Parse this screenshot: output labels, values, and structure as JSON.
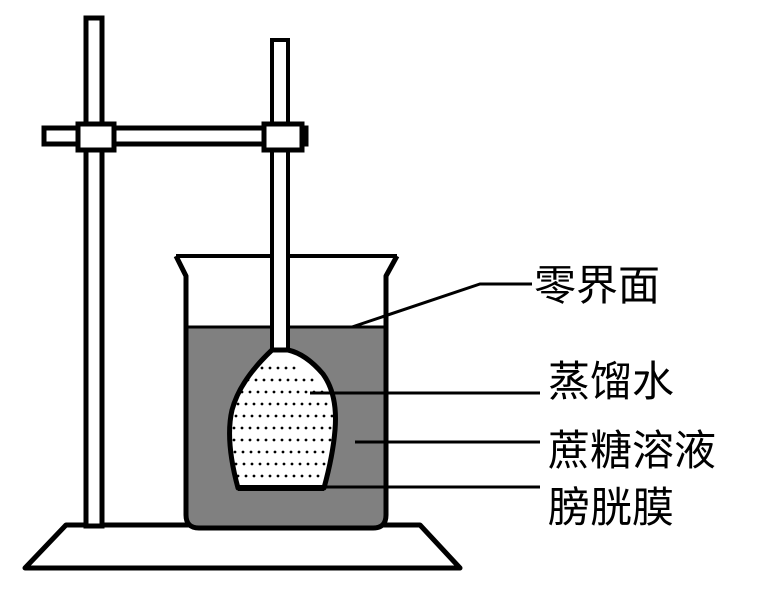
{
  "labels": {
    "zero_interface": "零界面",
    "distilled_water": "蒸馏水",
    "sucrose_solution": "蔗糖溶液",
    "bladder_membrane": "膀胱膜"
  },
  "colors": {
    "liquid": "#808080",
    "stroke": "#000000",
    "background": "#ffffff"
  }
}
